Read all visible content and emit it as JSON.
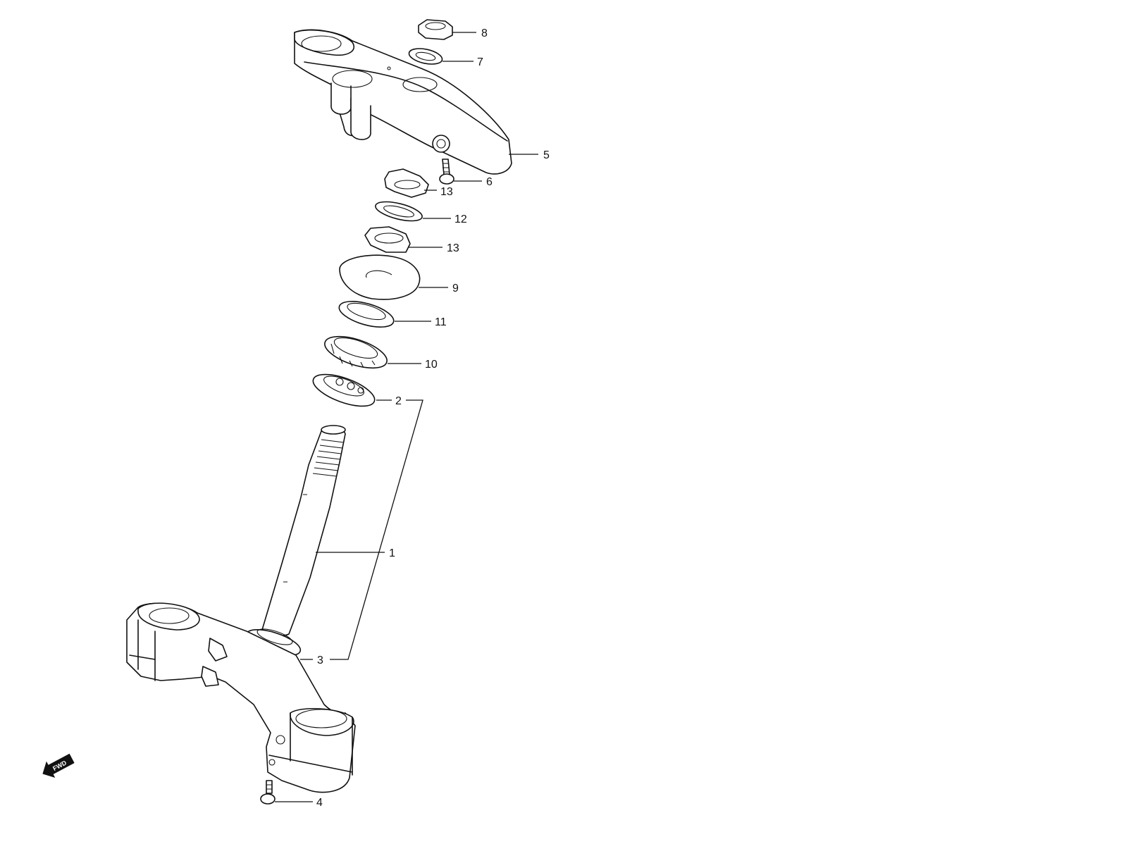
{
  "callouts": {
    "c1": "1",
    "c2": "2",
    "c3": "3",
    "c4": "4",
    "c5": "5",
    "c6": "6",
    "c7": "7",
    "c8": "8",
    "c9": "9",
    "c10": "10",
    "c11": "11",
    "c12": "12",
    "c13a": "13",
    "c13b": "13"
  },
  "fwd_label": "FWD",
  "icons": {
    "front_indicator": "fwd-arrow-icon"
  }
}
